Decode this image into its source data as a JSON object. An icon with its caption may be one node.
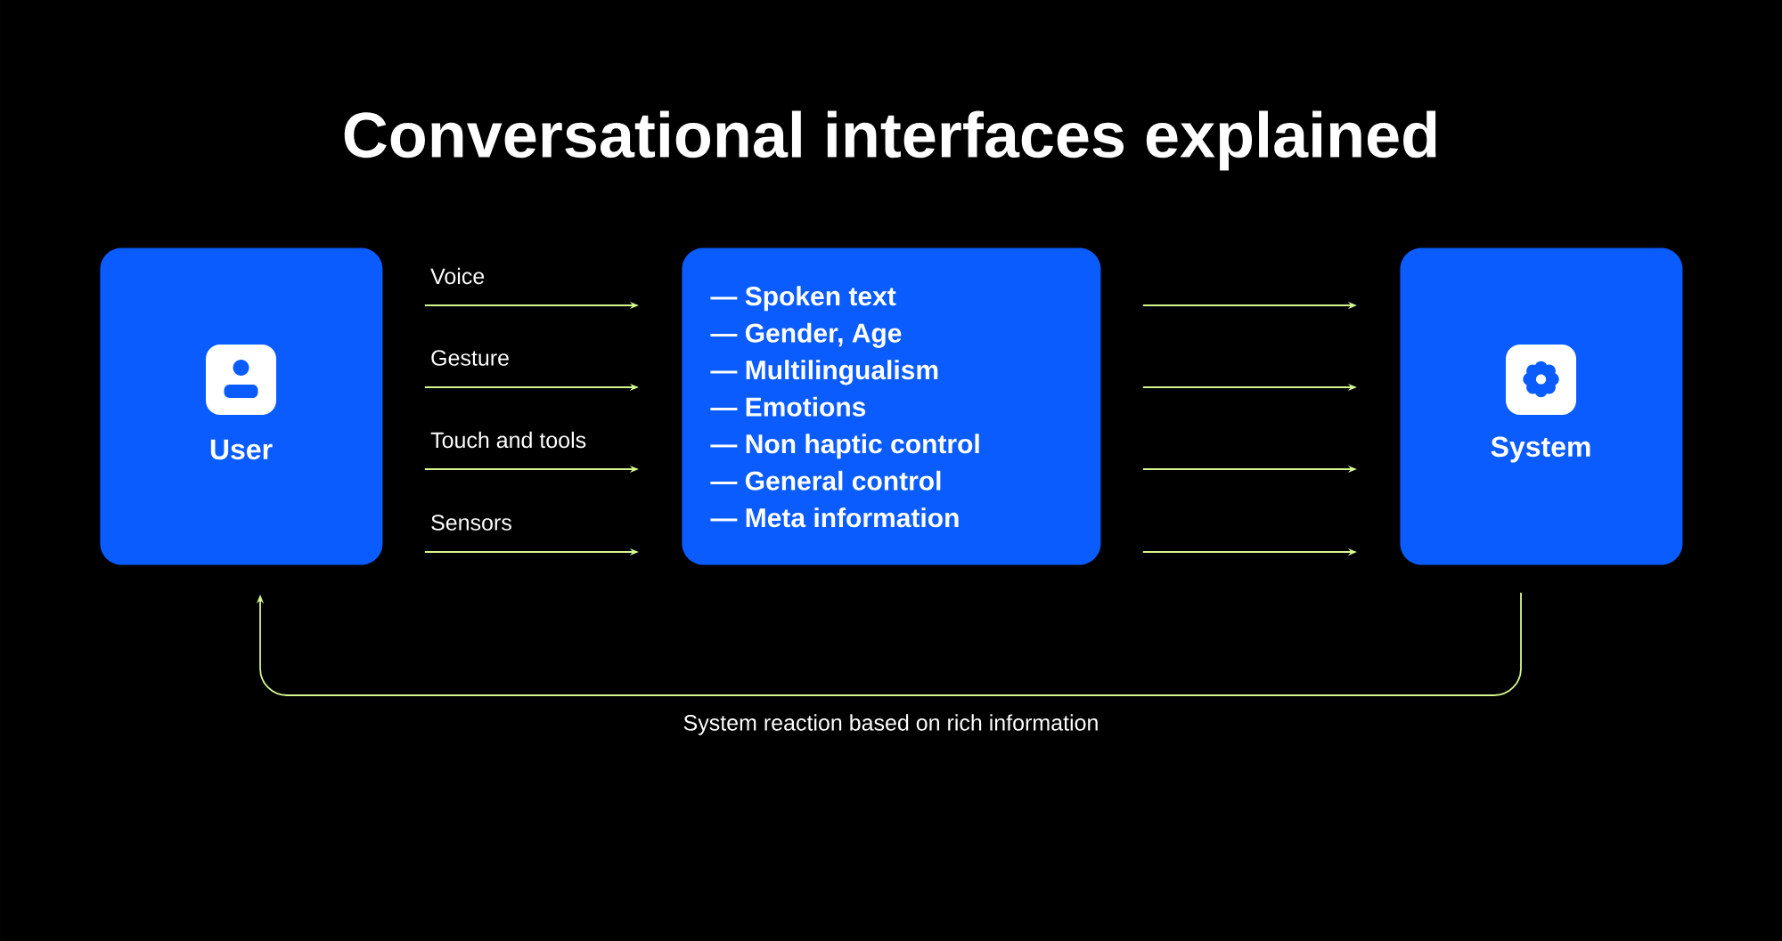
{
  "diagram": {
    "title": "Conversational interfaces explained",
    "nodes": [
      {
        "text": [
          "User"
        ]
      },
      {
        "text": [
          "— Spoken text",
          "— Gender, Age",
          "— Multilingualism",
          "— Emotions",
          "— Non haptic control",
          "— General control",
          "— Meta information"
        ]
      },
      {
        "text": [
          "System"
        ]
      }
    ],
    "edges": [
      {
        "from": 0,
        "to": 1,
        "arrow": "to",
        "label": "Voice"
      },
      {
        "from": 0,
        "to": 1,
        "arrow": "to",
        "label": "Gesture"
      },
      {
        "from": 0,
        "to": 1,
        "arrow": "to",
        "label": "Touch and tools"
      },
      {
        "from": 0,
        "to": 1,
        "arrow": "to",
        "label": "Sensors"
      },
      {
        "from": 1,
        "to": 2,
        "arrow": "to"
      },
      {
        "from": 1,
        "to": 2,
        "arrow": "to"
      },
      {
        "from": 1,
        "to": 2,
        "arrow": "to"
      },
      {
        "from": 1,
        "to": 2,
        "arrow": "to"
      },
      {
        "from": 2,
        "to": 0,
        "arrow": "to",
        "label": "System reaction based on rich information"
      }
    ]
  }
}
